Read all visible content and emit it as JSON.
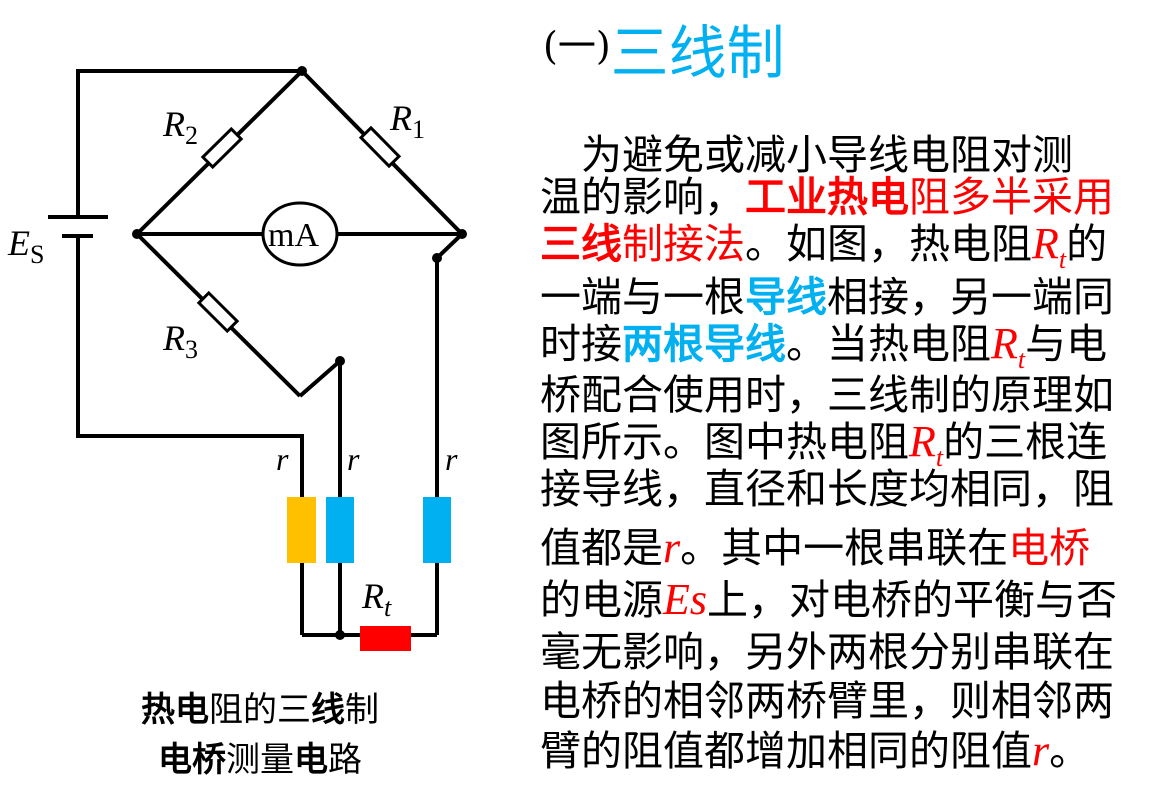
{
  "heading": {
    "prefix": "(一)",
    "title": "三线制"
  },
  "circuit": {
    "labels": {
      "R1": "R",
      "R1_sub": "1",
      "R2": "R",
      "R2_sub": "2",
      "R3": "R",
      "R3_sub": "3",
      "Es": "E",
      "Es_sub": "S",
      "meter": "mA",
      "Rt": "R",
      "Rt_sub": "t",
      "r": "r"
    },
    "colors": {
      "wire": "#000000",
      "lead_yellow": "#FFC000",
      "lead_blue": "#00B0F0",
      "rt": "#FF0000"
    }
  },
  "caption": {
    "line1": [
      {
        "t": "热电",
        "b": true
      },
      {
        "t": "阻的三",
        "b": false
      },
      {
        "t": "线",
        "b": true
      },
      {
        "t": "制",
        "b": false
      }
    ],
    "line2": [
      {
        "t": "电桥",
        "b": true
      },
      {
        "t": "测量",
        "b": false
      },
      {
        "t": "电",
        "b": true
      },
      {
        "t": "路",
        "b": false
      }
    ]
  },
  "body_lines": [
    [
      {
        "t": "　为避免或减小导线电阻对测",
        "s": "k"
      }
    ],
    [
      {
        "t": "温的影响，",
        "s": "k"
      },
      {
        "t": "工业热电",
        "s": "rb"
      },
      {
        "t": "阻多半采用",
        "s": "r"
      }
    ],
    [
      {
        "t": "三线",
        "s": "rb"
      },
      {
        "t": "制接法",
        "s": "r"
      },
      {
        "t": "。如图，热电阻",
        "s": "k"
      },
      {
        "t": "R",
        "sub": "t",
        "s": "m"
      },
      {
        "t": "的",
        "s": "k"
      }
    ],
    [
      {
        "t": "一端与一根",
        "s": "k"
      },
      {
        "t": "导线",
        "s": "bb"
      },
      {
        "t": "相接，另一端同",
        "s": "k"
      }
    ],
    [
      {
        "t": "时接",
        "s": "k"
      },
      {
        "t": "两根导线",
        "s": "bb"
      },
      {
        "t": "。当热电阻",
        "s": "k"
      },
      {
        "t": "R",
        "sub": "t",
        "s": "m"
      },
      {
        "t": "与电",
        "s": "k"
      }
    ],
    [
      {
        "t": "桥配合使用时，三线制的原理如",
        "s": "k"
      }
    ],
    [
      {
        "t": "图所示。图中热电阻",
        "s": "k"
      },
      {
        "t": "R",
        "sub": "t",
        "s": "m"
      },
      {
        "t": "的三根连",
        "s": "k"
      }
    ],
    [
      {
        "t": "接导线，直径和长度均相同，阻",
        "s": "k"
      }
    ],
    [
      {
        "t": "值都是",
        "s": "k"
      },
      {
        "t": "r",
        "s": "m"
      },
      {
        "t": "。其中一根串联在",
        "s": "k"
      },
      {
        "t": "电桥",
        "s": "r"
      }
    ],
    [
      {
        "t": "的电源",
        "s": "k"
      },
      {
        "t": "Es",
        "s": "m"
      },
      {
        "t": "上，对电桥的平衡与否",
        "s": "k"
      }
    ],
    [
      {
        "t": "毫无影响，另外两根分别串联在",
        "s": "k"
      }
    ],
    [
      {
        "t": "电桥的相邻两桥臂里，则相邻两",
        "s": "k"
      }
    ],
    [
      {
        "t": "臂的阻值都增加相同的阻值",
        "s": "k"
      },
      {
        "t": "r",
        "s": "m"
      },
      {
        "t": "。",
        "s": "k"
      }
    ]
  ]
}
